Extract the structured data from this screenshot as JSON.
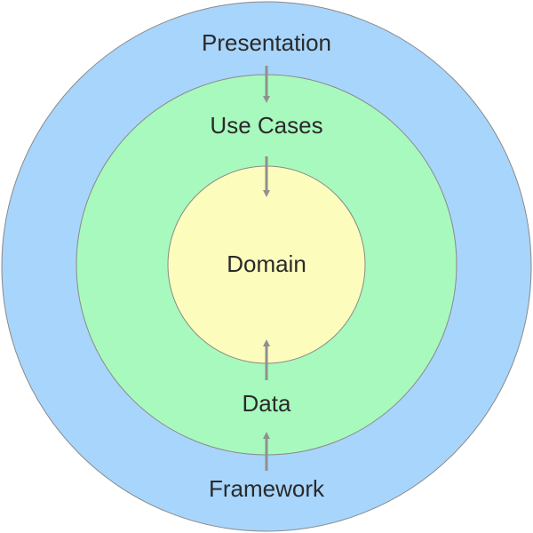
{
  "diagram": {
    "outer_ring": {
      "label": "Presentation",
      "bottom_label": "Framework",
      "color": "#a8d5fb"
    },
    "middle_ring": {
      "label": "Use Cases",
      "bottom_label": "Data",
      "color": "#a8f9bd"
    },
    "core": {
      "label": "Domain",
      "color": "#fcfcbc"
    },
    "stroke_color": "#8a8a8a",
    "arrow_color": "#909090"
  }
}
